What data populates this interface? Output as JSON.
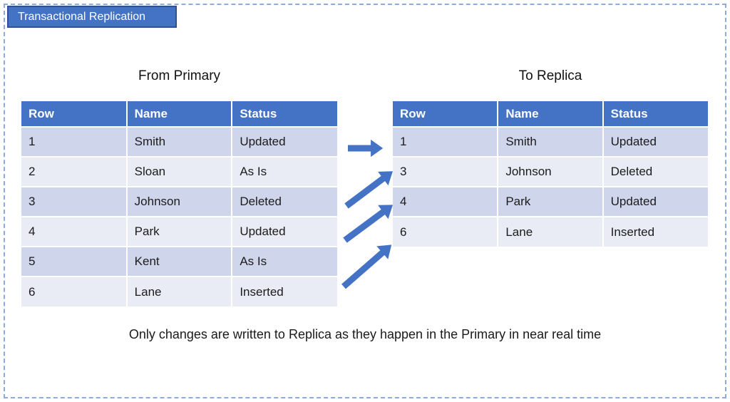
{
  "title": "Transactional Replication",
  "left_table": {
    "caption": "From Primary",
    "headers": [
      "Row",
      "Name",
      "Status"
    ],
    "rows": [
      [
        "1",
        "Smith",
        "Updated"
      ],
      [
        "2",
        "Sloan",
        "As Is"
      ],
      [
        "3",
        "Johnson",
        "Deleted"
      ],
      [
        "4",
        "Park",
        "Updated"
      ],
      [
        "5",
        "Kent",
        "As Is"
      ],
      [
        "6",
        "Lane",
        "Inserted"
      ]
    ]
  },
  "right_table": {
    "caption": "To Replica",
    "headers": [
      "Row",
      "Name",
      "Status"
    ],
    "rows": [
      [
        "1",
        "Smith",
        "Updated"
      ],
      [
        "3",
        "Johnson",
        "Deleted"
      ],
      [
        "4",
        "Park",
        "Updated"
      ],
      [
        "6",
        "Lane",
        "Inserted"
      ]
    ]
  },
  "arrows": [
    {
      "from": "primary-row-1",
      "to": "replica-row-1"
    },
    {
      "from": "primary-row-3",
      "to": "replica-row-3"
    },
    {
      "from": "primary-row-4",
      "to": "replica-row-4"
    },
    {
      "from": "primary-row-6",
      "to": "replica-row-6"
    }
  ],
  "footnote": "Only changes are written to Replica as they happen in the Primary in near real time",
  "colors": {
    "header_bg": "#4472C4",
    "band_dark": "#CFD5EA",
    "band_light": "#E9EBF5",
    "arrow": "#4472C4",
    "title_border": "#2F528F",
    "dashed_border": "#8FAADC"
  }
}
